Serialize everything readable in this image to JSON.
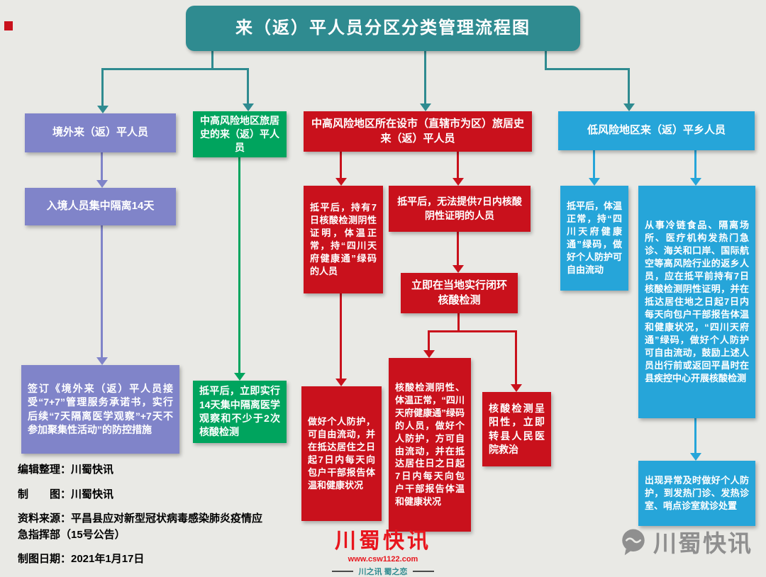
{
  "colors": {
    "bg": "#e9e9e5",
    "teal": "#2f8b90",
    "purple": "#8084c9",
    "green": "#00a45e",
    "red": "#c9111c",
    "blue": "#26a5d9",
    "logored": "#e8151d",
    "wm": "#8f8f8f"
  },
  "title": "来（返）平人员分区分类管理流程图",
  "nodes": {
    "overseas_top": "境外来（返）平人员",
    "overseas_mid": "入境人员集中隔离14天",
    "overseas_bottom": "签订《境外来（返）平人员接受“7+7”管理服务承诺书，实行后续“7天隔离医学观察”+7天不参加聚集性活动”的防控措施",
    "midhigh_top": "中高风险地区旅居史的来（返）平人员",
    "midhigh_bottom": "抵平后，立即实行14天集中隔离医学观察和不少于2次核酸检测",
    "city_top": "中高风险地区所在设市（直辖市为区）旅居史来（返）平人员",
    "city_left1": "抵平后，持有7日核酸检测阴性证明，体温正常，持“四川天府健康通”绿码的人员",
    "city_right1": "抵平后，无法提供7日内核酸阴性证明的人员",
    "city_mid": "立即在当地实行闭环核酸检测",
    "city_left2": "做好个人防护，可自由流动，并在抵达居住之日起7日内每天向包户干部报告体温和健康状况",
    "city_mid2": "核酸检测阴性、体温正常，“四川天府健康通”绿码的人员，做好个人防护，方可自由流动，并在抵达居住日之日起7日内每天向包户干部报告体温和健康状况",
    "city_right2": "核酸检测呈阳性，立即转县人民医院救治",
    "low_top": "低风险地区来（返）平乡人员",
    "low_left": "抵平后，体温正常，持“四川天府健康通”绿码，做好个人防护可自由流动",
    "low_right": "从事冷链食品、隔离场所、医疗机构发热门急诊、海关和口岸、国际航空等高风险行业的返乡人员，应在抵平前持有7日核酸检测阴性证明，并在抵达居住地之日起7日内每天向包户干部报告体温和健康状况，“四川天府通”绿码，做好个人防护可自由流动，鼓励上述人员出行前或返回平昌时在县疾控中心开展核酸检测",
    "low_bottom": "出现异常及时做好个人防护，到发热门诊、发热诊室、哨点诊室就诊处置"
  },
  "footer": {
    "editor": "编辑整理：川蜀快讯",
    "drawer": "制　　图：川蜀快讯",
    "source": "资料来源：平昌县应对新型冠状病毒感染肺炎疫情应急指挥部（15号公告）",
    "date": "制图日期：2021年1月17日"
  },
  "logo": {
    "name": "川蜀快讯",
    "url": "www.csw1122.com",
    "tagline": "川之讯 蜀之恋"
  },
  "watermark": "川蜀快讯"
}
